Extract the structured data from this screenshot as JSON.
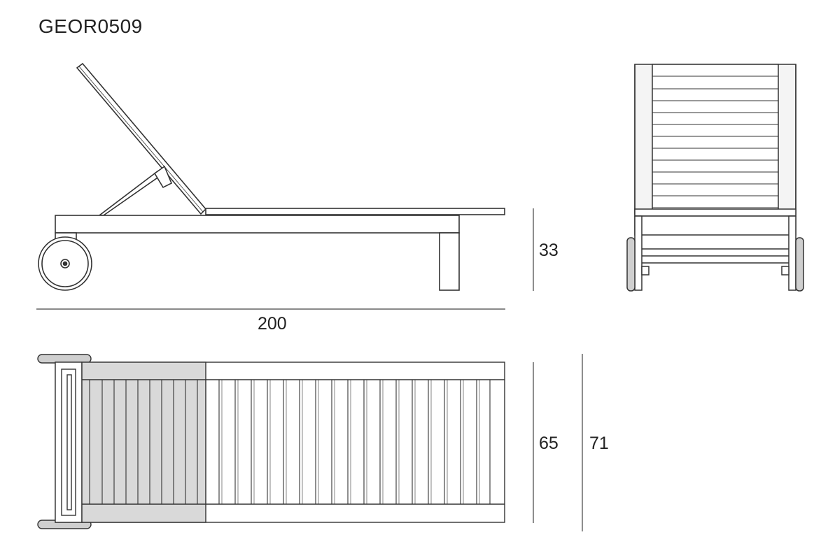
{
  "product_code": "GEOR0509",
  "dimensions": {
    "length": "200",
    "height": "33",
    "seat_width": "65",
    "overall_width": "71"
  },
  "colors": {
    "line": "#333333",
    "wheel_tread": "#cfcfcf",
    "backrest_shade": "#d9d9d9",
    "panel_fill": "#f4f4f4",
    "dimension_line": "#444444"
  }
}
